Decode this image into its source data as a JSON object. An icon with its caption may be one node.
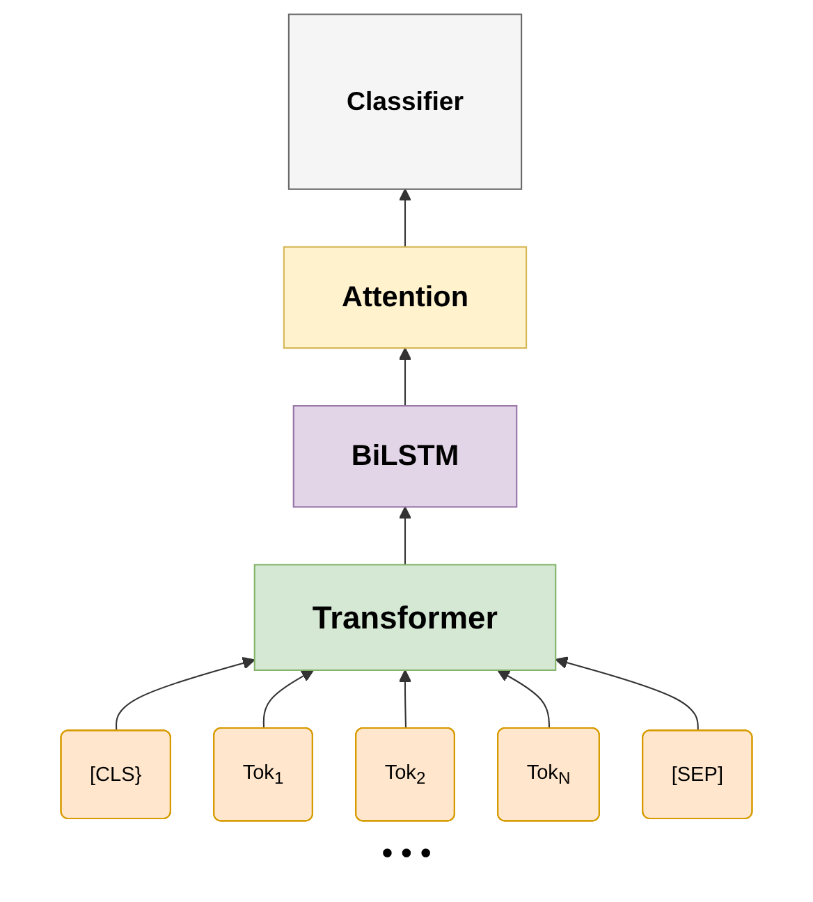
{
  "diagram": {
    "nodes": [
      {
        "text": [
          "Classifier"
        ]
      },
      {
        "text": [
          "Attention"
        ]
      },
      {
        "text": [
          "BiLSTM"
        ]
      },
      {
        "text": [
          "Transformer"
        ]
      },
      {
        "text": [
          "[CLS}"
        ]
      },
      {
        "text": [
          "Tok$_{1}$"
        ]
      },
      {
        "text": [
          "Tok$_{2}$"
        ]
      },
      {
        "text": [
          "Tok$_{N}$"
        ]
      },
      {
        "text": [
          "[SEP]"
        ]
      }
    ],
    "edges": [
      {
        "from": 1,
        "to": 0,
        "arrow": "to"
      },
      {
        "from": 2,
        "to": 1,
        "arrow": "to"
      },
      {
        "from": 3,
        "to": 2,
        "arrow": "to"
      },
      {
        "from": 4,
        "to": 3,
        "arrow": "to"
      },
      {
        "from": 5,
        "to": 3,
        "arrow": "to"
      },
      {
        "from": 6,
        "to": 3,
        "arrow": "to"
      },
      {
        "from": 7,
        "to": 3,
        "arrow": "to"
      },
      {
        "from": 8,
        "to": 3,
        "arrow": "to"
      }
    ],
    "labels": [
      "• • •"
    ]
  }
}
